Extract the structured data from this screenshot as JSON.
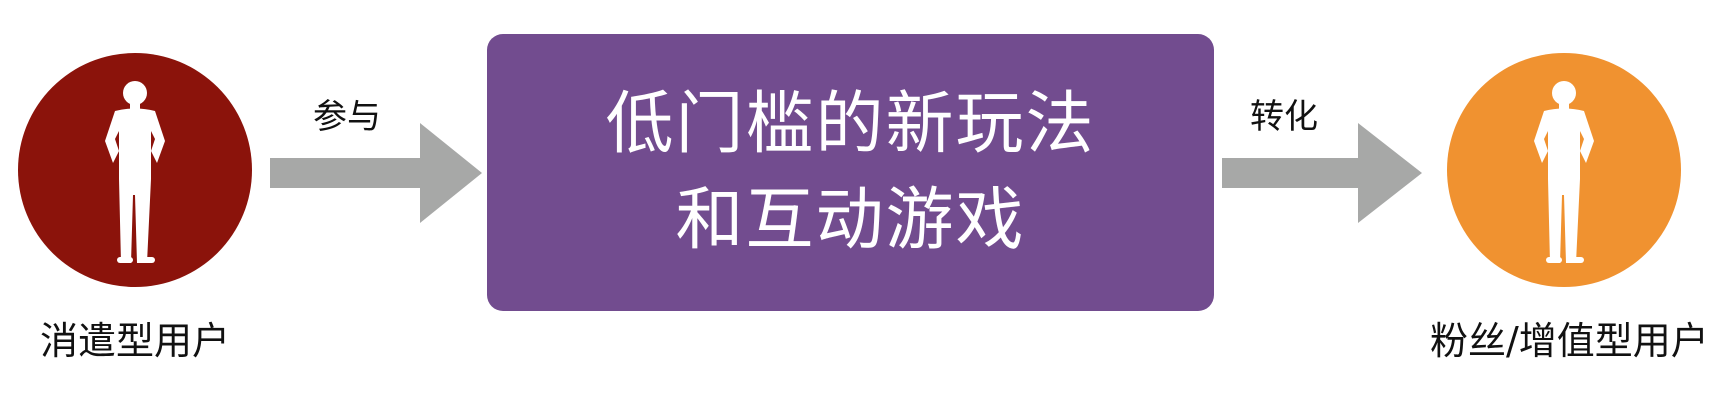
{
  "colors": {
    "left_node": "#8b130b",
    "right_node": "#f09230",
    "center_box": "#724c8f",
    "arrow": "#a7a8a7"
  },
  "left_node": {
    "label": "消遣型用户",
    "icon": "person-standing-icon"
  },
  "right_node": {
    "label": "粉丝/增值型用户",
    "icon": "person-standing-icon"
  },
  "center_box": {
    "line1": "低门槛的新玩法",
    "line2": "和互动游戏"
  },
  "edges": {
    "left_label": "参与",
    "right_label": "转化"
  }
}
